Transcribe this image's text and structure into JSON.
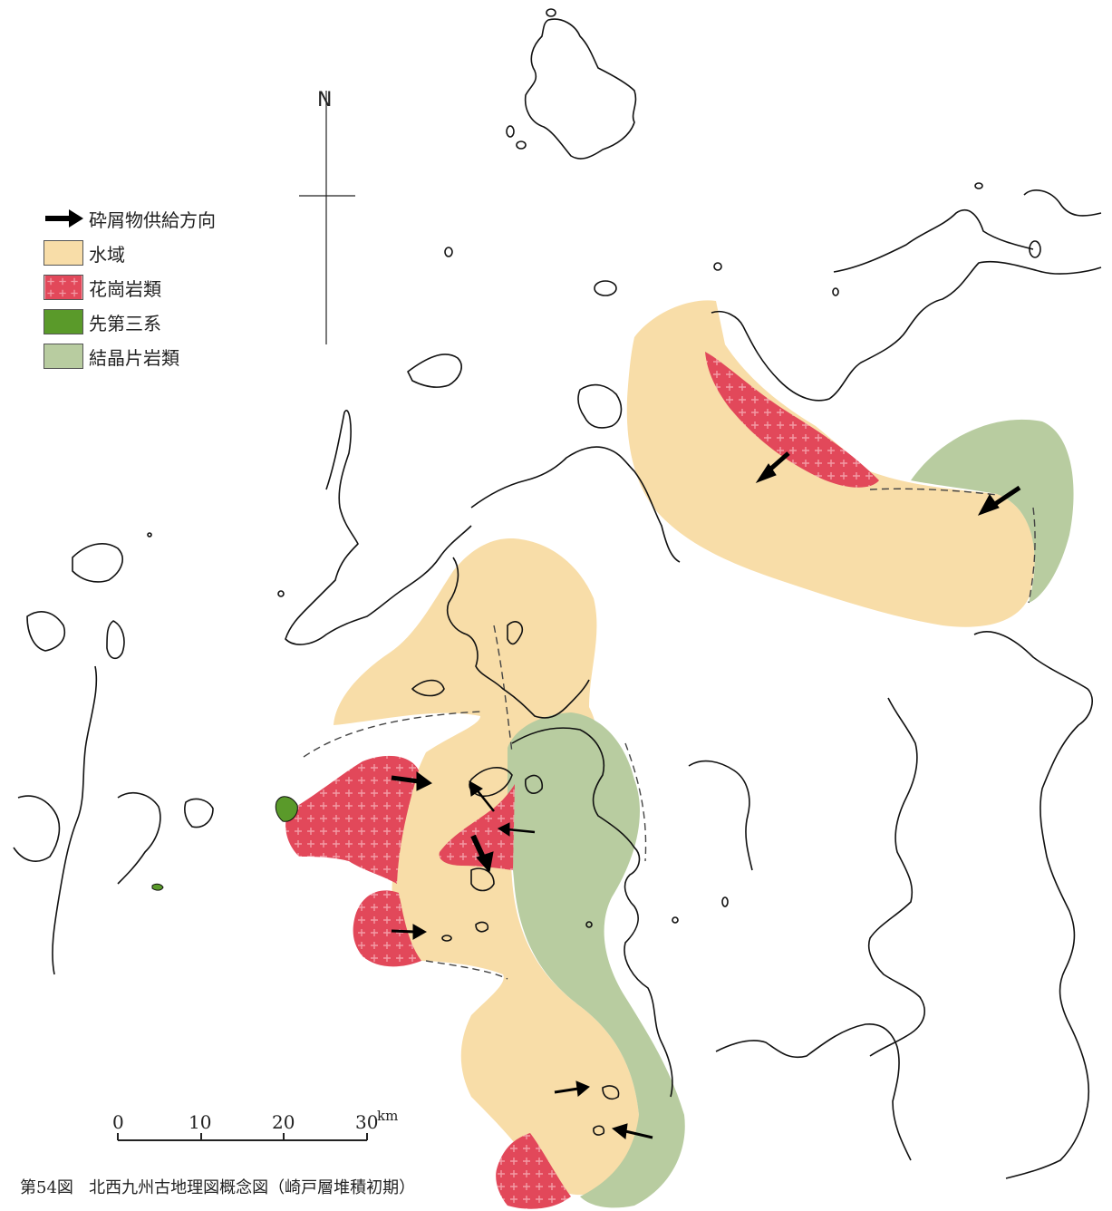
{
  "legend": {
    "items": [
      {
        "type": "arrow",
        "label": "砕屑物供給方向",
        "color": "#000000"
      },
      {
        "type": "swatch",
        "label": "水域",
        "color": "#f8dda8",
        "pattern": "none"
      },
      {
        "type": "swatch",
        "label": "花崗岩類",
        "color": "#e2485a",
        "pattern": "cross"
      },
      {
        "type": "swatch",
        "label": "先第三系",
        "color": "#5a9a2a",
        "pattern": "none"
      },
      {
        "type": "swatch",
        "label": "結晶片岩類",
        "color": "#b8cca0",
        "pattern": "none"
      }
    ]
  },
  "north": {
    "label": "N"
  },
  "scale": {
    "ticks": [
      "0",
      "10",
      "20",
      "30"
    ],
    "unit": "km"
  },
  "caption": {
    "figure": "第54図",
    "number": "54",
    "title": "北西九州古地理図概念図（崎戸層堆積初期）"
  },
  "colors": {
    "coast": "#111111",
    "water": "#f8dda8",
    "granite": "#e2485a",
    "pretertiary": "#5a9a2a",
    "schist": "#b8cca0"
  }
}
